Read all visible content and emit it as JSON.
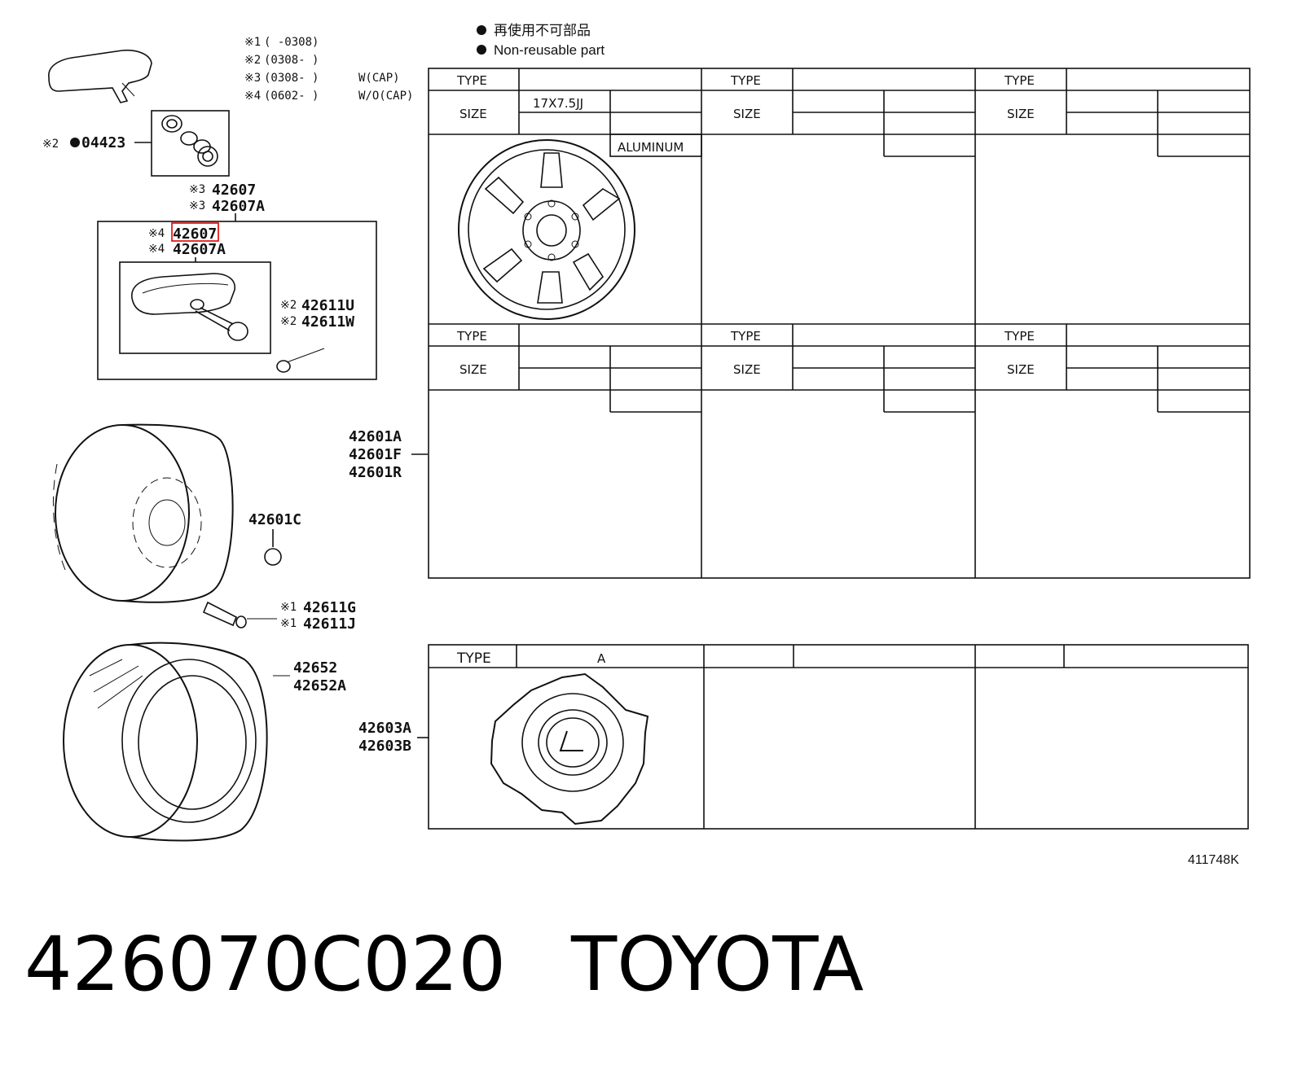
{
  "legend": {
    "line1": "再使用不可部品",
    "line2": "Non-reusable part"
  },
  "notes": [
    {
      "mark": "※1",
      "range": "(      -0308)",
      "extra": ""
    },
    {
      "mark": "※2",
      "range": "(0308-       )",
      "extra": ""
    },
    {
      "mark": "※3",
      "range": "(0308-       )",
      "extra": "W(CAP)"
    },
    {
      "mark": "※4",
      "range": "(0602-       )",
      "extra": "W/O(CAP)"
    }
  ],
  "parts": {
    "p04423": "04423",
    "p04423_mark": "※2",
    "p42607_a": "42607",
    "p42607_a_mark": "※3",
    "p42607A_a": "42607A",
    "p42607A_a_mark": "※3",
    "p42607_b": "42607",
    "p42607_b_mark": "※4",
    "p42607A_b": "42607A",
    "p42607A_b_mark": "※4",
    "p42611U": "42611U",
    "p42611U_mark": "※2",
    "p42611W": "42611W",
    "p42611W_mark": "※2",
    "p42601A": "42601A",
    "p42601F": "42601F",
    "p42601R": "42601R",
    "p42601C": "42601C",
    "p42611G": "42611G",
    "p42611G_mark": "※1",
    "p42611J": "42611J",
    "p42611J_mark": "※1",
    "p42652": "42652",
    "p42652A": "42652A",
    "p42603A": "42603A",
    "p42603B": "42603B"
  },
  "wheel_table": {
    "type_label": "TYPE",
    "size_label": "SIZE",
    "size_value": "17X7.5JJ",
    "material": "ALUMINUM"
  },
  "cap_table": {
    "type_label": "TYPE",
    "type_value": "A"
  },
  "figure_ref": "411748K",
  "caption": {
    "part_number": "426070C020",
    "brand": "TOYOTA"
  }
}
